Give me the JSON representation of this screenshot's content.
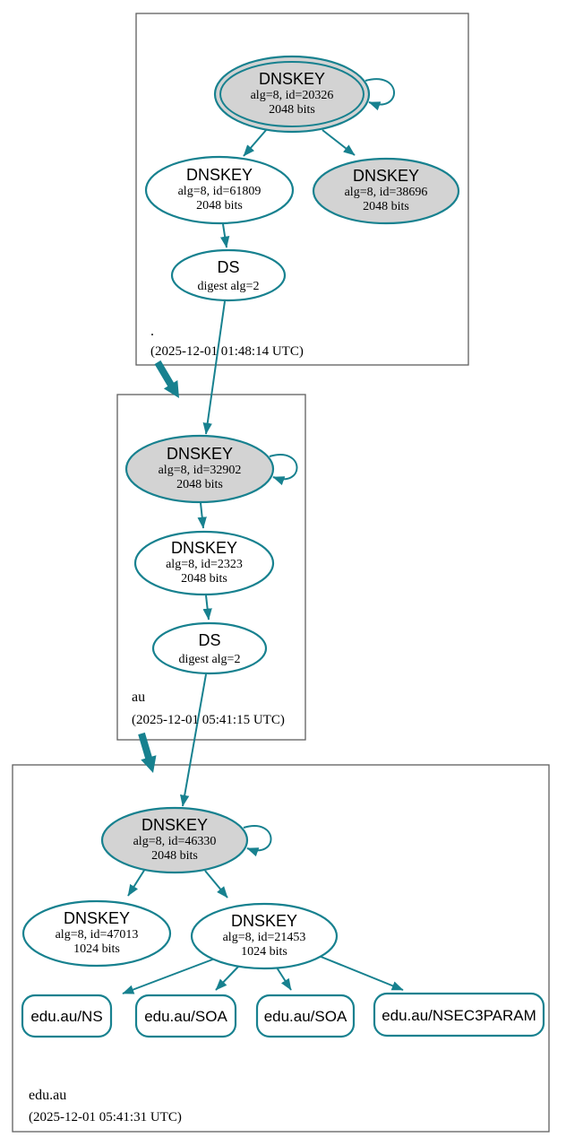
{
  "colors": {
    "accent": "#17818f",
    "node-fill": "#d3d3d3",
    "box-border": "#5f5f5f"
  },
  "zones": [
    {
      "label": ".",
      "timestamp": "(2025-12-01 01:48:14 UTC)",
      "ksk": {
        "title": "DNSKEY",
        "alg": "alg=8, id=20326",
        "bits": "2048 bits"
      },
      "zsk": {
        "title": "DNSKEY",
        "alg": "alg=8, id=61809",
        "bits": "2048 bits"
      },
      "key3": {
        "title": "DNSKEY",
        "alg": "alg=8, id=38696",
        "bits": "2048 bits"
      },
      "ds": {
        "title": "DS",
        "alg": "digest alg=2"
      }
    },
    {
      "label": "au",
      "timestamp": "(2025-12-01 05:41:15 UTC)",
      "ksk": {
        "title": "DNSKEY",
        "alg": "alg=8, id=32902",
        "bits": "2048 bits"
      },
      "zsk": {
        "title": "DNSKEY",
        "alg": "alg=8, id=2323",
        "bits": "2048 bits"
      },
      "ds": {
        "title": "DS",
        "alg": "digest alg=2"
      }
    },
    {
      "label": "edu.au",
      "timestamp": "(2025-12-01 05:41:31 UTC)",
      "ksk": {
        "title": "DNSKEY",
        "alg": "alg=8, id=46330",
        "bits": "2048 bits"
      },
      "zsk1": {
        "title": "DNSKEY",
        "alg": "alg=8, id=47013",
        "bits": "1024 bits"
      },
      "zsk2": {
        "title": "DNSKEY",
        "alg": "alg=8, id=21453",
        "bits": "1024 bits"
      },
      "rrsets": [
        {
          "label": "edu.au/NS"
        },
        {
          "label": "edu.au/SOA"
        },
        {
          "label": "edu.au/SOA"
        },
        {
          "label": "edu.au/NSEC3PARAM"
        }
      ]
    }
  ]
}
